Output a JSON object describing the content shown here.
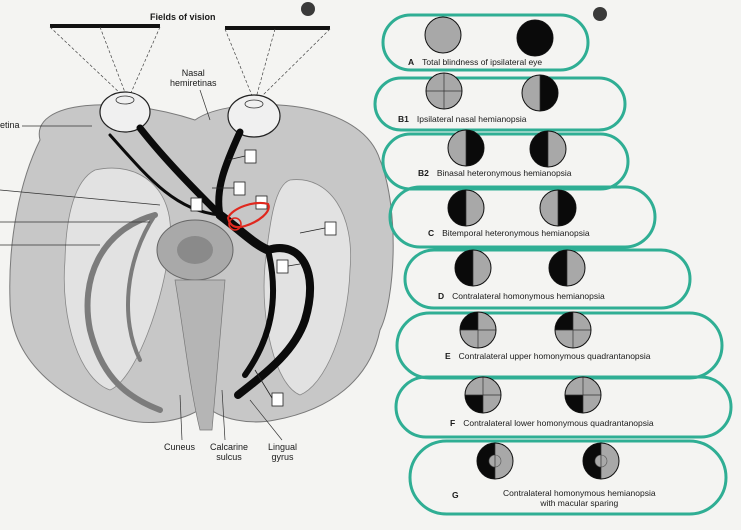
{
  "diagram": {
    "fields_title": "Fields of vision",
    "labels": {
      "nasal_hemiretinas": "Nasal\nhemiretinas",
      "retina": "etina",
      "cuneus": "Cuneus",
      "calcarine": "Calcarine\nsulcus",
      "lingual": "Lingual\ngyrus"
    }
  },
  "defects": [
    {
      "key": "A",
      "caption": "Total blindness of ipsilateral eye"
    },
    {
      "key": "B1",
      "caption": "Ipsilateral nasal hemianopsia"
    },
    {
      "key": "B2",
      "caption": "Binasal heteronymous hemianopsia"
    },
    {
      "key": "C",
      "caption": "Bitemporal heteronymous hemianopsia"
    },
    {
      "key": "D",
      "caption": "Contralateral homonymous hemianopsia"
    },
    {
      "key": "E",
      "caption": "Contralateral upper homonymous quadrantanopsia"
    },
    {
      "key": "F",
      "caption": "Contralateral lower homonymous quadrantanopsia"
    },
    {
      "key": "G",
      "caption": "Contralateral homonymous hemianopsia\nwith macular sparing"
    }
  ],
  "colors": {
    "oval_outline": "#2fae94",
    "field_gray": "#a8a8a8",
    "field_black": "#0a0a0a",
    "annotation_red": "#e0281e",
    "brain_gray": "#bdbdbd"
  }
}
